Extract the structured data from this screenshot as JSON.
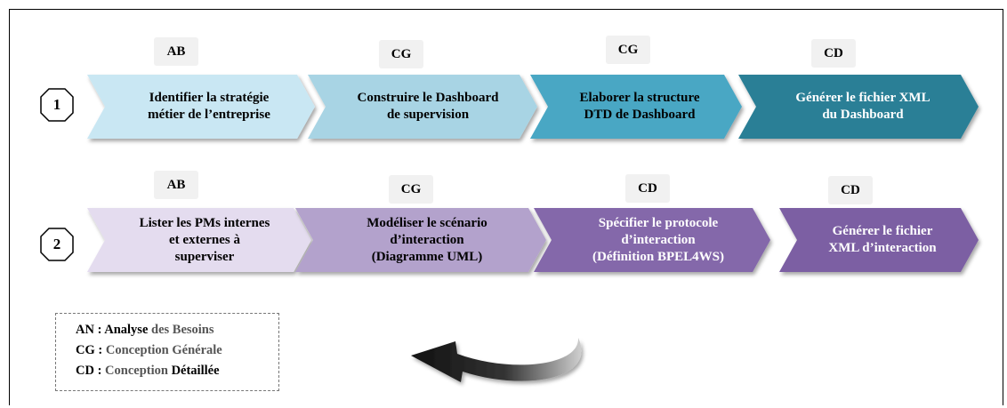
{
  "rows": [
    {
      "number": "1",
      "steps": [
        {
          "phase": "AB",
          "label": "Identifier la stratégie\nmétier de l’entreprise",
          "fill": "#c9e7f3",
          "text": "dark"
        },
        {
          "phase": "CG",
          "label": "Construire le Dashboard\nde supervision",
          "fill": "#a8d4e4",
          "text": "dark"
        },
        {
          "phase": "CG",
          "label": "Elaborer  la structure\nDTD de Dashboard",
          "fill": "#4aa7c4",
          "text": "dark"
        },
        {
          "phase": "CD",
          "label": "Générer le fichier XML\ndu Dashboard",
          "fill": "#2c7f96",
          "text": "light"
        }
      ]
    },
    {
      "number": "2",
      "steps": [
        {
          "phase": "AB",
          "label": "Lister les PMs internes\net externes à\nsuperviser",
          "fill": "#e4dcef",
          "text": "dark"
        },
        {
          "phase": "CG",
          "label": "Modéliser le scénario\nd’interaction\n(Diagramme UML)",
          "fill": "#b3a2cc",
          "text": "dark"
        },
        {
          "phase": "CD",
          "label": "Spécifier le protocole\nd’interaction\n(Définition  BPEL4WS)",
          "fill": "#8467aa",
          "text": "light"
        },
        {
          "phase": "CD",
          "label": "Générer le fichier\nXML d’interaction",
          "fill": "#7b5fa3",
          "text": "light"
        }
      ]
    }
  ],
  "legend": [
    {
      "abbr": "AN : ",
      "b1": "Analyse",
      "rest": " des Besoins"
    },
    {
      "abbr": "CG : ",
      "b1": "Conception Générale",
      "rest": ""
    },
    {
      "abbr": "CD : ",
      "b1": "Conception",
      "rest": " Détaillée"
    }
  ],
  "colors": {
    "loop_arrow": "#000000",
    "row_badge_stroke": "#000000"
  }
}
